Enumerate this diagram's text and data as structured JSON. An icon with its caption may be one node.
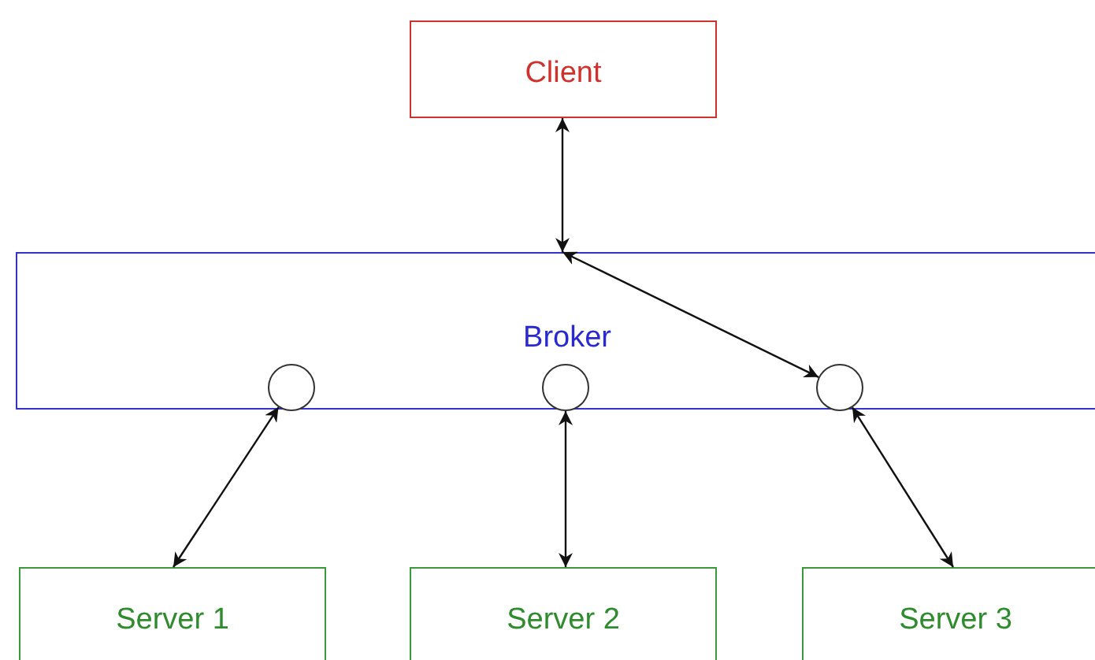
{
  "diagram": {
    "nodes": [
      {
        "text": [
          "Client"
        ]
      },
      {
        "text": [
          "Broker"
        ]
      },
      {
        "text": [],
        "shape": "circle",
        "in": 1
      },
      {
        "text": [],
        "shape": "circle",
        "in": 1
      },
      {
        "text": [],
        "shape": "circle",
        "in": 1
      },
      {
        "text": [
          "Server 1"
        ]
      },
      {
        "text": [
          "Server 2"
        ]
      },
      {
        "text": [
          "Server 3"
        ]
      }
    ],
    "edges": [
      {
        "from": 0,
        "to": 1,
        "arrow": "both"
      },
      {
        "from": 1,
        "to": 4,
        "arrow": "both"
      },
      {
        "from": 2,
        "to": 5,
        "arrow": "both"
      },
      {
        "from": 3,
        "to": 6,
        "arrow": "both"
      },
      {
        "from": 4,
        "to": 7,
        "arrow": "both"
      }
    ]
  }
}
